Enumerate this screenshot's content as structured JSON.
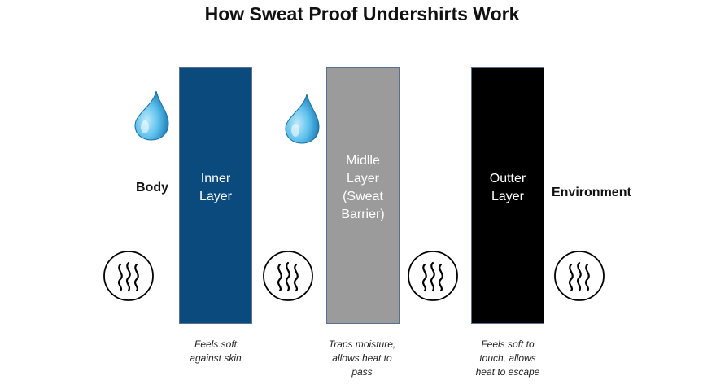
{
  "title": "How Sweat Proof Undershirts Work",
  "side_labels": {
    "body": "Body",
    "environment": "Environment"
  },
  "layers": [
    {
      "lines": [
        "Inner",
        "Layer"
      ],
      "color": "#0a4a7d",
      "caption": [
        "Feels soft",
        "against skin"
      ]
    },
    {
      "lines": [
        "Midlle",
        "Layer",
        "(Sweat",
        "Barrier)"
      ],
      "color": "#9b9b9b",
      "caption": [
        "Traps moisture,",
        "allows heat to",
        "pass"
      ]
    },
    {
      "lines": [
        "Outter",
        "Layer"
      ],
      "color": "#000000",
      "caption": [
        "Feels soft to",
        "touch, allows",
        "heat to escape"
      ]
    }
  ],
  "icons": {
    "drop": "water-drop-icon",
    "heat": "heat-waves-icon",
    "drop_color": "#4fb3e6"
  }
}
